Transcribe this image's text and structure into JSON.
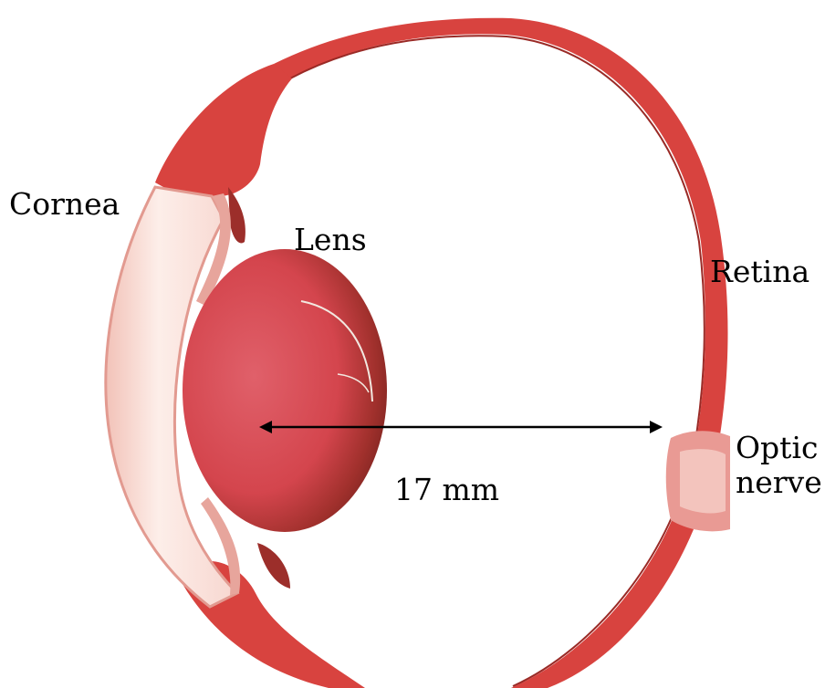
{
  "labels": {
    "cornea": "Cornea",
    "lens": "Lens",
    "retina": "Retina",
    "optic_nerve_line1": "Optic",
    "optic_nerve_line2": "nerve",
    "distance": "17 mm"
  },
  "colors": {
    "tissue_red": "#d8433f",
    "tissue_dark": "#b52a2a",
    "lens_red": "#d94a52",
    "lens_shadow": "#7a2420",
    "cornea_pale": "#fbe2dc",
    "cornea_edge": "#e9a59c",
    "arrow": "#000000",
    "background": "#ffffff"
  }
}
